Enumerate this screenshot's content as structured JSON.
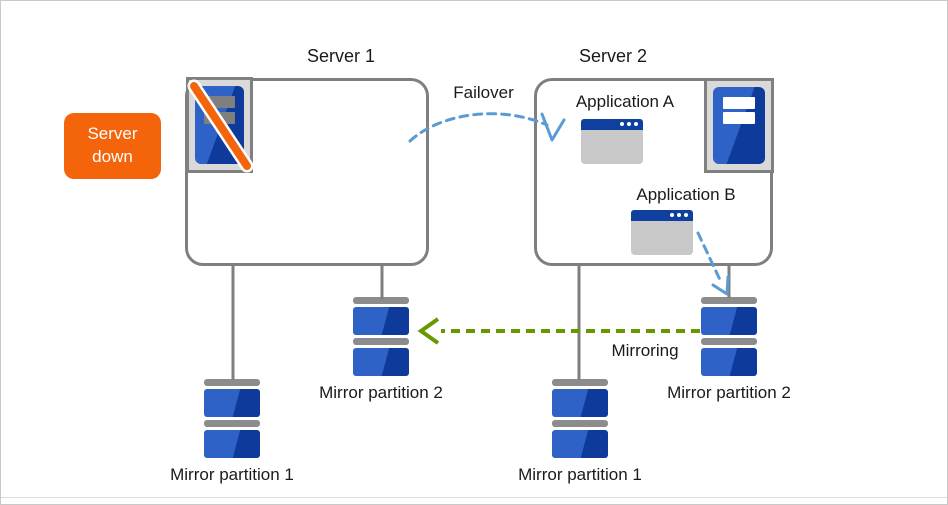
{
  "labels": {
    "server1_title": "Server 1",
    "server2_title": "Server 2",
    "failover": "Failover",
    "mirroring": "Mirroring",
    "application_a": "Application A",
    "application_b": "Application B",
    "server_down_badge": "Server down",
    "server1_mirror_partition_2": "Mirror partition 2",
    "server1_mirror_partition_1": "Mirror partition 1",
    "server2_mirror_partition_1": "Mirror partition 1",
    "server2_mirror_partition_2": "Mirror partition 2"
  },
  "colors": {
    "failover_arrow": "#5B9BD5",
    "mirroring_arrow": "#669900",
    "server_down_badge": "#F4640A",
    "disk_light_blue": "#2E62C6",
    "disk_dark_blue": "#0E3A9C",
    "window_title_blue": "#10409F",
    "outline_gray": "#7F7F7F"
  }
}
